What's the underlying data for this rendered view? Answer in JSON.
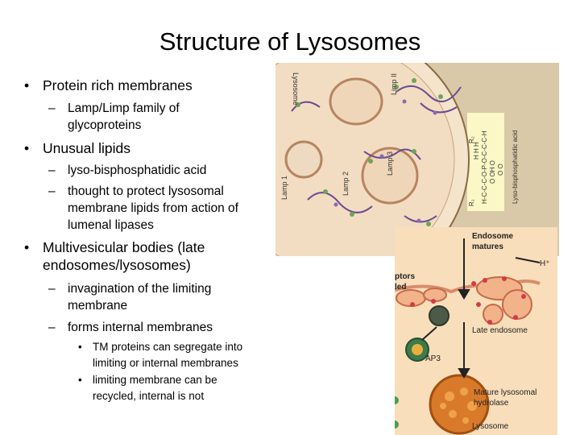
{
  "slide": {
    "title": "Structure of Lysosomes",
    "bullet_marker": "•",
    "dash_marker": "–",
    "items": [
      {
        "text": "Protein rich membranes"
      },
      {
        "text": "Lamp/Limp family of glycoproteins"
      },
      {
        "text": "Unusual lipids"
      },
      {
        "text": "lyso-bisphosphatidic acid"
      },
      {
        "text": "thought to protect lysosomal membrane lipids from action of lumenal lipases"
      },
      {
        "text": "Multivesicular bodies (late endosomes/lysosomes)"
      },
      {
        "text": "invagination of the limiting membrane"
      },
      {
        "text": "forms internal membranes"
      },
      {
        "text": "TM proteins can segregate into limiting or internal membranes"
      },
      {
        "text": "limiting membrane can be recycled, internal is not"
      }
    ]
  },
  "figure_membrane": {
    "labels": {
      "lysosome": "Lysosome",
      "limp2": "Limp II",
      "lamp1": "Lamp 1",
      "lamp2": "Lamp 2",
      "lamp3": "Lamp 3",
      "lipid_name": "Lyso-bisphosphatidic acid",
      "chem1": "H H H",
      "chem2": "H-C-C-C-O-P-O-C-C-C-H",
      "chem3": "O OH O",
      "chem4": "O O",
      "r1": "R₁",
      "r2": "R₂"
    }
  },
  "figure_pathway": {
    "labels": {
      "endosome": "Endosome",
      "matures": "matures",
      "hplus": "H⁺",
      "receptors1": "ptors",
      "receptors2": "led",
      "late_endosome": "Late endosome",
      "ap3": "AP3",
      "mature1": "Mature lysosomal",
      "mature2": "hydrolase",
      "lysosome": "Lysosome"
    }
  }
}
